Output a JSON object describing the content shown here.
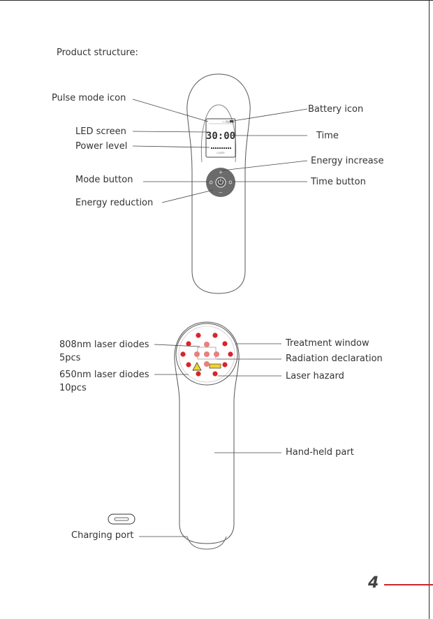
{
  "page": {
    "heading": "Product structure:",
    "page_number": "4",
    "accent_color": "#c8262e"
  },
  "device_front": {
    "labels": {
      "pulse_mode_icon": "Pulse mode icon",
      "led_screen": "LED screen",
      "power_level": "Power level",
      "mode_button": "Mode button",
      "energy_reduction": "Energy reduction",
      "battery_icon": "Battery icon",
      "time": "Time",
      "energy_increase": "Energy increase",
      "time_button": "Time button"
    },
    "screen": {
      "time_readout": "30:00"
    }
  },
  "device_back": {
    "labels": {
      "diodes_808_line1": "808nm laser diodes",
      "diodes_808_line2": "5pcs",
      "diodes_650_line1": "650nm laser diodes",
      "diodes_650_line2": "10pcs",
      "treatment_window": "Treatment window",
      "radiation_declaration": "Radiation declaration",
      "laser_hazard": "Laser hazard",
      "hand_held_part": "Hand-held part",
      "charging_port": "Charging port"
    },
    "diode_colors": {
      "808nm": "#e88080",
      "650nm": "#d8252c"
    },
    "hazard_color": "#f2d22e"
  }
}
